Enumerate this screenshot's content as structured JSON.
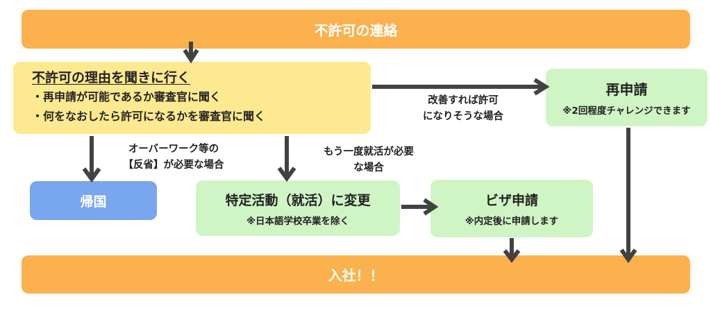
{
  "colors": {
    "orange": "#fbb14e",
    "yellow": "#fde990",
    "green": "#cff5c4",
    "blue": "#78a6ef",
    "arrow": "#424242",
    "text": "#222222"
  },
  "banner_top": "不許可の連絡",
  "reason": {
    "title": "不許可の理由を聞きに行く",
    "items": [
      "・再申請が可能であるか審査官に聞く",
      "・何をなおしたら許可になるかを審査官に聞く"
    ]
  },
  "reapply": {
    "title": "再申請",
    "note": "※2回程度チャレンジできます"
  },
  "return_home": {
    "title": "帰国"
  },
  "job_hunt": {
    "title": "特定活動（就活）に変更",
    "note": "※日本語学校卒業を除く"
  },
  "visa": {
    "title": "ビザ申請",
    "note": "※内定後に申請します"
  },
  "banner_bottom": "入社！！",
  "labels": {
    "improve": [
      "改善すれば許可",
      "になりそうな場合"
    ],
    "overwork": [
      "オーバーワーク等の",
      "【反省】が必要な場合"
    ],
    "job_again": [
      "もう一度就活が必要",
      "な場合"
    ]
  }
}
